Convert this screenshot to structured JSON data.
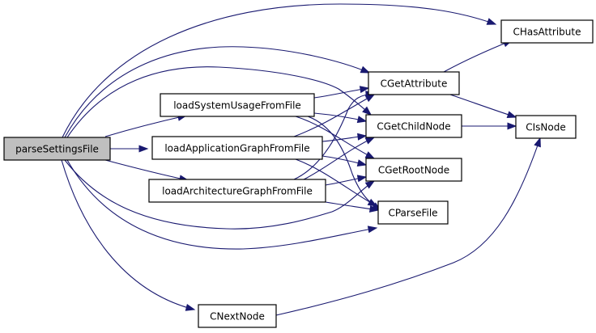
{
  "diagram": {
    "type": "call-graph",
    "colors": {
      "edge": "#191970",
      "root_fill": "#bfbfbf",
      "node_fill": "#ffffff",
      "node_border": "#000000"
    },
    "nodes": [
      {
        "id": "parseSettingsFile",
        "label": "parseSettingsFile",
        "root": true
      },
      {
        "id": "loadSystemUsageFromFile",
        "label": "loadSystemUsageFromFile"
      },
      {
        "id": "loadApplicationGraphFromFile",
        "label": "loadApplicationGraphFromFile"
      },
      {
        "id": "loadArchitectureGraphFromFile",
        "label": "loadArchitectureGraphFromFile"
      },
      {
        "id": "CNextNode",
        "label": "CNextNode"
      },
      {
        "id": "CGetAttribute",
        "label": "CGetAttribute"
      },
      {
        "id": "CGetChildNode",
        "label": "CGetChildNode"
      },
      {
        "id": "CGetRootNode",
        "label": "CGetRootNode"
      },
      {
        "id": "CParseFile",
        "label": "CParseFile"
      },
      {
        "id": "CHasAttribute",
        "label": "CHasAttribute"
      },
      {
        "id": "CIsNode",
        "label": "CIsNode"
      }
    ],
    "edges": [
      {
        "from": "parseSettingsFile",
        "to": "CHasAttribute"
      },
      {
        "from": "parseSettingsFile",
        "to": "CGetAttribute"
      },
      {
        "from": "parseSettingsFile",
        "to": "CGetChildNode"
      },
      {
        "from": "parseSettingsFile",
        "to": "loadSystemUsageFromFile"
      },
      {
        "from": "parseSettingsFile",
        "to": "loadApplicationGraphFromFile"
      },
      {
        "from": "parseSettingsFile",
        "to": "loadArchitectureGraphFromFile"
      },
      {
        "from": "parseSettingsFile",
        "to": "CGetRootNode"
      },
      {
        "from": "parseSettingsFile",
        "to": "CParseFile"
      },
      {
        "from": "parseSettingsFile",
        "to": "CNextNode"
      },
      {
        "from": "loadSystemUsageFromFile",
        "to": "CGetAttribute"
      },
      {
        "from": "loadSystemUsageFromFile",
        "to": "CGetChildNode"
      },
      {
        "from": "loadSystemUsageFromFile",
        "to": "CGetRootNode"
      },
      {
        "from": "loadSystemUsageFromFile",
        "to": "CParseFile"
      },
      {
        "from": "loadApplicationGraphFromFile",
        "to": "CGetAttribute"
      },
      {
        "from": "loadApplicationGraphFromFile",
        "to": "CGetChildNode"
      },
      {
        "from": "loadApplicationGraphFromFile",
        "to": "CGetRootNode"
      },
      {
        "from": "loadApplicationGraphFromFile",
        "to": "CParseFile"
      },
      {
        "from": "loadArchitectureGraphFromFile",
        "to": "CGetAttribute"
      },
      {
        "from": "loadArchitectureGraphFromFile",
        "to": "CGetChildNode"
      },
      {
        "from": "loadArchitectureGraphFromFile",
        "to": "CGetRootNode"
      },
      {
        "from": "loadArchitectureGraphFromFile",
        "to": "CParseFile"
      },
      {
        "from": "CGetAttribute",
        "to": "CHasAttribute"
      },
      {
        "from": "CGetAttribute",
        "to": "CIsNode"
      },
      {
        "from": "CGetChildNode",
        "to": "CIsNode"
      },
      {
        "from": "CNextNode",
        "to": "CIsNode"
      }
    ]
  }
}
